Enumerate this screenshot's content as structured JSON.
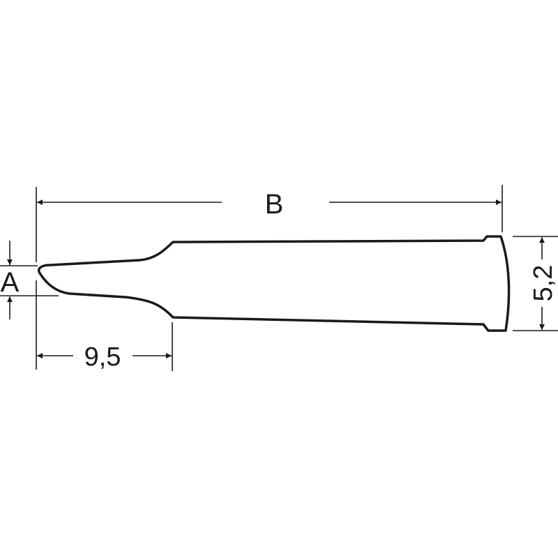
{
  "labels": {
    "overall_length": "B",
    "tip_width": "A",
    "taper_length": "9,5",
    "shank_diameter": "5,2"
  },
  "colors": {
    "line": "#1a1a1a",
    "background": "#ffffff"
  }
}
